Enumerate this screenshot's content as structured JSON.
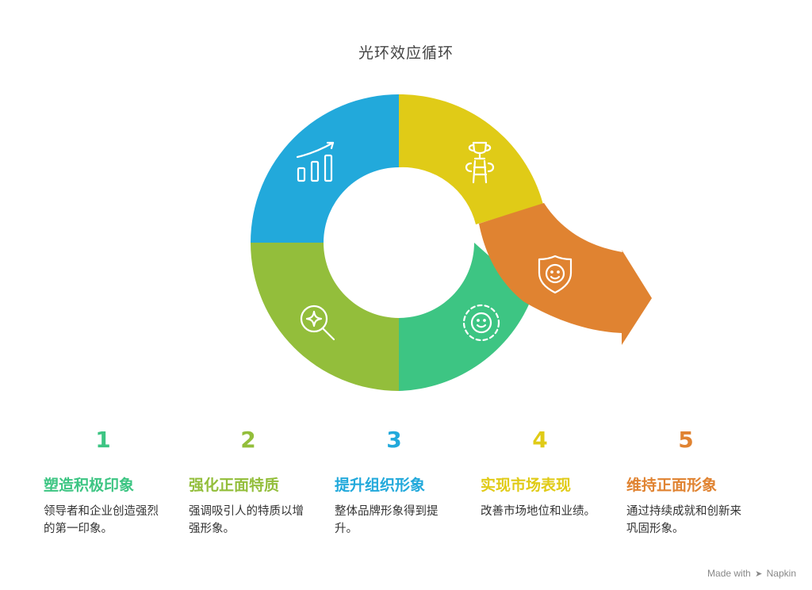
{
  "title": "光环效应循环",
  "colors": {
    "blue": "#22A9DB",
    "yellow": "#E0CB17",
    "orange": "#E08331",
    "teal": "#3DC583",
    "lime": "#93BE3B"
  },
  "segments": [
    {
      "color": "#22A9DB",
      "icon": "bar-chart-growth-icon"
    },
    {
      "color": "#E0CB17",
      "icon": "trophy-ladder-icon"
    },
    {
      "color": "#E08331",
      "icon": "shield-face-icon"
    },
    {
      "color": "#3DC583",
      "icon": "smiley-icon"
    },
    {
      "color": "#93BE3B",
      "icon": "sparkle-magnifier-icon"
    }
  ],
  "steps": [
    {
      "number": "1",
      "title": "塑造积极印象",
      "desc": "领导者和企业创造强烈的第一印象。",
      "color": "#3DC583"
    },
    {
      "number": "2",
      "title": "强化正面特质",
      "desc": "强调吸引人的特质以增强形象。",
      "color": "#93BE3B"
    },
    {
      "number": "3",
      "title": "提升组织形象",
      "desc": "整体品牌形象得到提升。",
      "color": "#22A9DB"
    },
    {
      "number": "4",
      "title": "实现市场表现",
      "desc": "改善市场地位和业绩。",
      "color": "#E0CB17"
    },
    {
      "number": "5",
      "title": "维持正面形象",
      "desc": "通过持续成就和创新来巩固形象。",
      "color": "#E08331"
    }
  ],
  "watermark": {
    "prefix": "Made with",
    "brand": "Napkin"
  }
}
